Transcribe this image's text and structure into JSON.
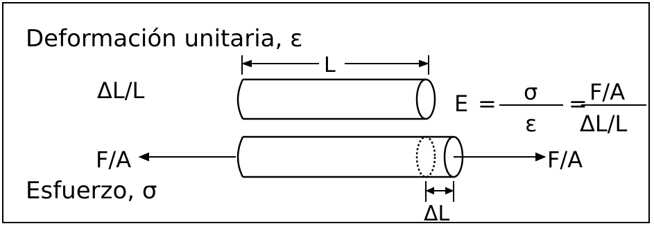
{
  "title": "Deformación unitaria, ε",
  "strain_ratio": "ΔL/L",
  "stress_label": "Esfuerzo, σ",
  "force_left": "F/A",
  "force_right": "F/A",
  "length_label": "L",
  "delta_length_label": "ΔL",
  "equation": {
    "lhs": "E",
    "equals_1": "=",
    "numerator_1": "σ",
    "denominator_1": "ε",
    "equals_2": "=",
    "numerator_2": "F/A",
    "denominator_2": "ΔL/L"
  }
}
